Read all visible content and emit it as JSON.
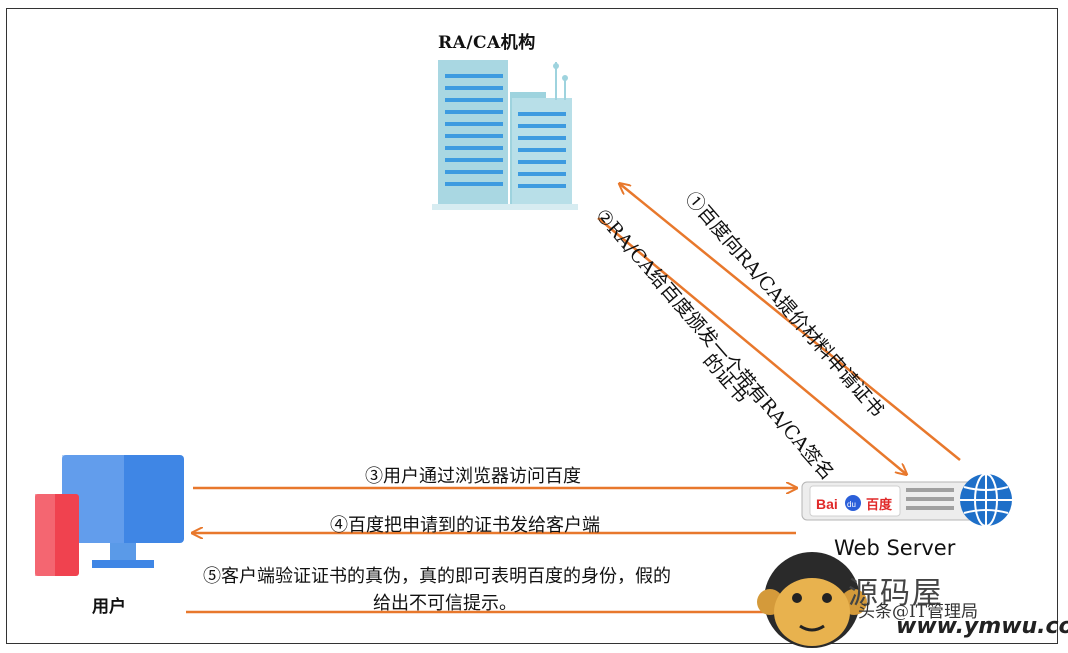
{
  "ca_title": "RA/CA机构",
  "steps": {
    "s1": "①百度向RA/CA提价材料申请证书",
    "s2_line1": "②RA/CA给百度颁发一个带有RA/CA签名",
    "s2_line2": "的证书",
    "s3": "③用户通过浏览器访问百度",
    "s4": "④百度把申请到的证书发给客户端",
    "s5_line1": "⑤客户端验证证书的真伪，真的即可表明百度的身份，假的",
    "s5_line2": "给出不可信提示。"
  },
  "user_label": "用户",
  "server_label": "Web Server",
  "server_logo": {
    "bai": "Bai",
    "du": "du",
    "cn": "百度"
  },
  "watermark": {
    "main": "源码屋",
    "sub": "头条@IT管理局",
    "url": "www.ymwu.com"
  },
  "colors": {
    "arrow": "#E8782C",
    "building": "#9ED3DE",
    "window": "#3D9BE0",
    "monitor": "#3F86E5",
    "phone": "#F0424F",
    "globe": "#1E6FC8"
  },
  "icons": [
    "building-icon",
    "monitor-icon",
    "phone-icon",
    "globe-icon",
    "server-icon",
    "monkey-logo-icon"
  ]
}
